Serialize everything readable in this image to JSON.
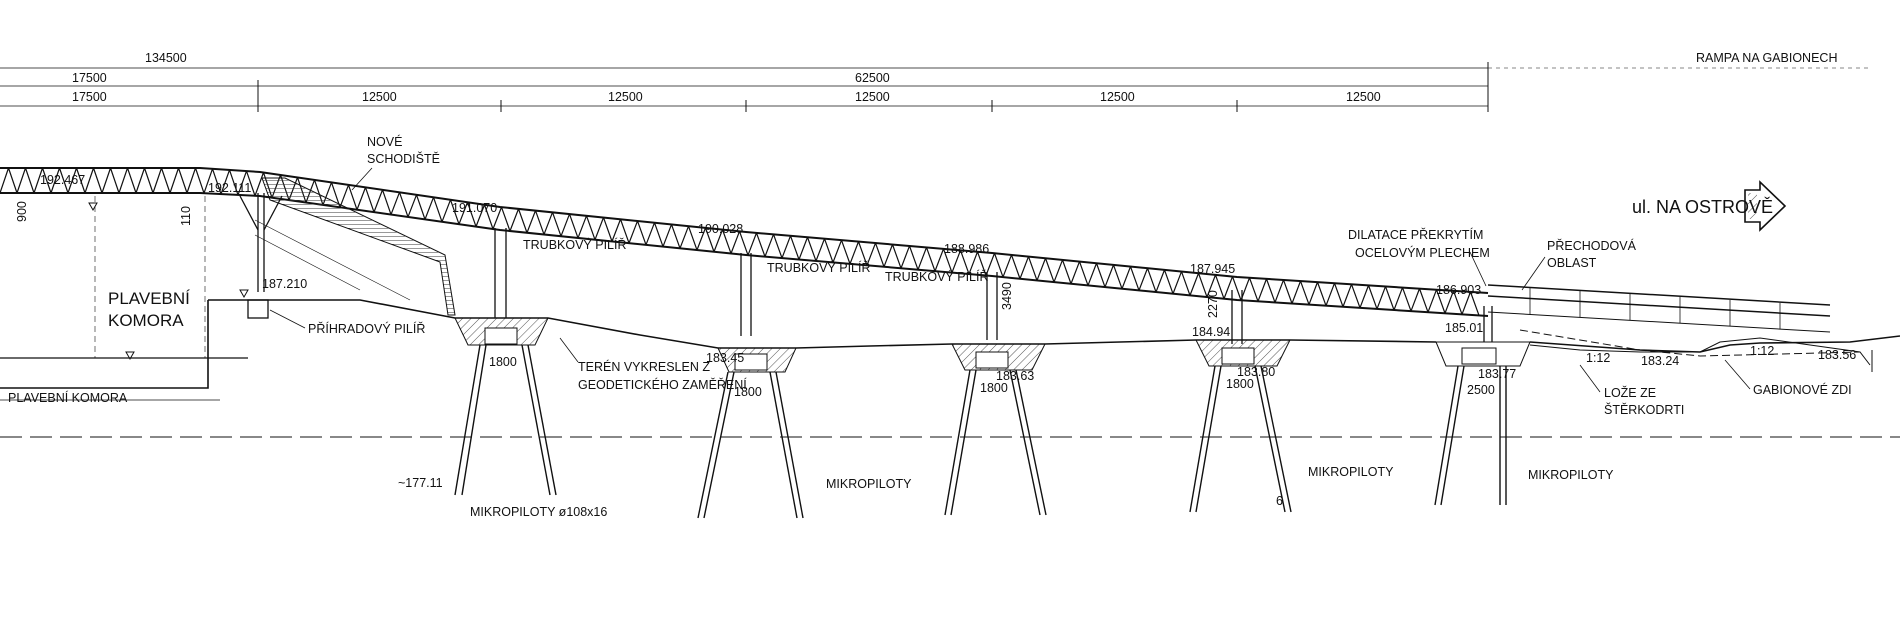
{
  "dimensions": {
    "row1": {
      "left": "134500",
      "right": "RAMPA NA GABIONECH"
    },
    "row2": [
      "17500",
      "62500"
    ],
    "row3": [
      "17500",
      "12500",
      "12500",
      "12500",
      "12500",
      "12500"
    ]
  },
  "elevations": {
    "deck": [
      "192.467",
      "192.111",
      "191.070",
      "190.028",
      "188.986",
      "187.945",
      "186.903"
    ],
    "other": [
      "187.210",
      "185.01",
      "184.94",
      "183.45",
      "183.63",
      "183.80",
      "183.77",
      "183.24",
      "183.56",
      "~177.11"
    ]
  },
  "measures": [
    "900",
    "110",
    "1800",
    "1800",
    "1800",
    "1800",
    "3490",
    "2270",
    "2500",
    "6"
  ],
  "labels": {
    "nove_schodiste": [
      "NOVÉ",
      "SCHODIŠTĚ"
    ],
    "plavebni_komora_big": [
      "PLAVEBNÍ",
      "KOMORA"
    ],
    "plavebni_komora_bottom": "PLAVEBNÍ KOMORA",
    "prihradovy_pilir": "PŘÍHRADOVÝ PILÍŘ",
    "trubkovy_pilir": "TRUBKOVÝ PILÍŘ",
    "teren": [
      "TERÉN VYKRESLEN Z",
      "GEODETICKÉHO ZAMĚŘENÍ"
    ],
    "mikropiloty_full": "MIKROPILOTY ø108x16",
    "mikropiloty": "MIKROPILOTY",
    "dilatace": [
      "DILATACE PŘEKRYTÍM",
      "OCELOVÝM PLECHEM"
    ],
    "prechodova": [
      "PŘECHODOVÁ",
      "OBLAST"
    ],
    "road": "ul. NA OSTROVĚ",
    "slope": "1:12",
    "loze": [
      "LOŽE ZE",
      "ŠTĚRKODRTI"
    ],
    "gabionove": "GABIONOVÉ ZDI"
  },
  "colors": {
    "ink": "#111111",
    "hatch": "#555555",
    "axis": "#999999"
  }
}
